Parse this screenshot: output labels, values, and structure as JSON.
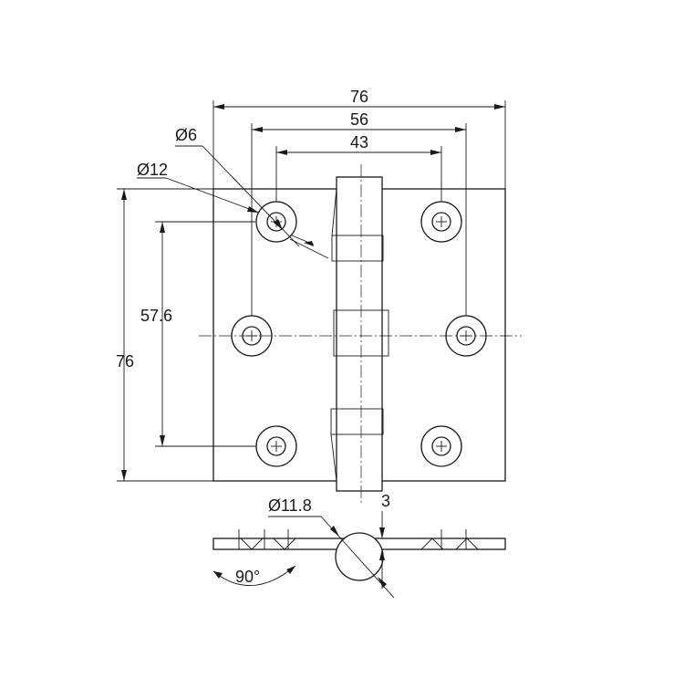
{
  "drawing": {
    "plate_width_label": "76",
    "outer_hole_spacing_label": "56",
    "inner_hole_spacing_label": "43",
    "hole_diameter_label": "Ø6",
    "counterbore_diameter_label": "Ø12",
    "vertical_hole_spacing_label": "57.6",
    "plate_height_label": "76",
    "knuckle_diameter_label": "Ø11.8",
    "thickness_label": "3",
    "opening_angle_label": "90°"
  }
}
